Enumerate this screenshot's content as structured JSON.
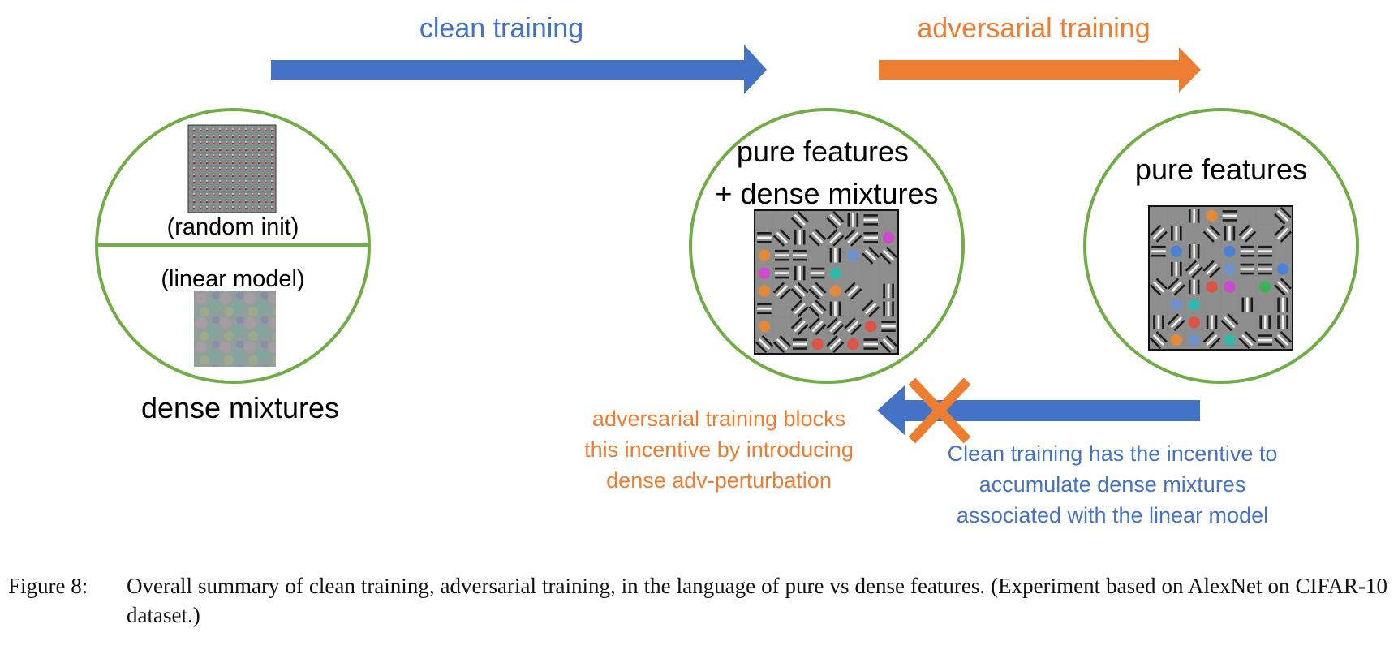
{
  "colors": {
    "blue": "#4472C4",
    "orange": "#ED7D31",
    "green": "#70AD47",
    "text": "#000000"
  },
  "arrows": {
    "clean_training": "clean training",
    "adversarial_training": "adversarial training"
  },
  "left_circle": {
    "top_label": "(random init)",
    "bottom_label": "(linear model)",
    "caption": "dense mixtures"
  },
  "middle_circle": {
    "line1": "pure features",
    "line2": "+ dense mixtures"
  },
  "right_circle": {
    "label": "pure features"
  },
  "blocked_note": {
    "orange_lines": [
      "adversarial training blocks",
      "this incentive by introducing",
      "dense adv-perturbation"
    ],
    "blue_lines": [
      "Clean training has the incentive to",
      "accumulate dense mixtures",
      "associated with the linear model"
    ],
    "cross_icon": "cross-icon"
  },
  "figure_caption": {
    "label": "Figure 8:",
    "text": "Overall summary of clean training, adversarial training, in the language of pure vs dense features. (Experiment based on AlexNet on CIFAR-10 dataset.)"
  }
}
